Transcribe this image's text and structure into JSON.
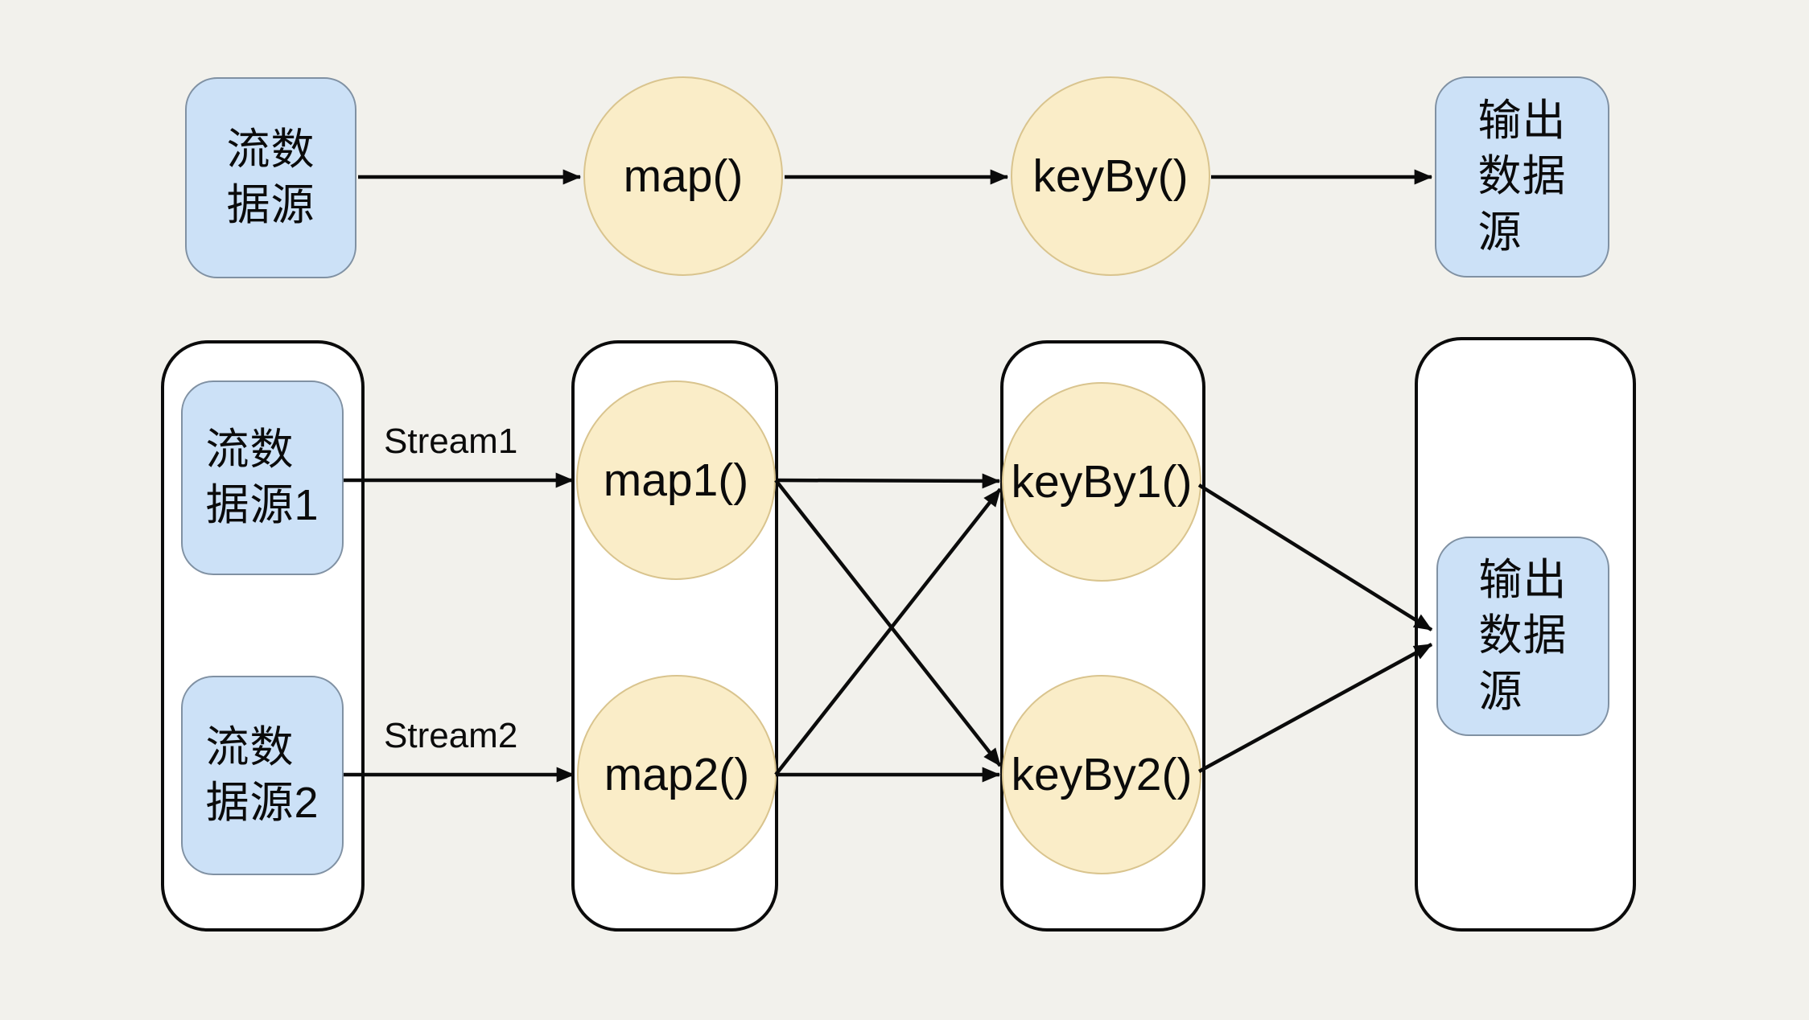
{
  "diagram": {
    "top_row": {
      "source": "流数\n据源",
      "map": "map()",
      "key_by": "keyBy()",
      "sink": "输出\n数据\n源"
    },
    "bottom_row": {
      "source1": "流数\n据源1",
      "source2": "流数\n据源2",
      "map1": "map1()",
      "map2": "map2()",
      "key_by1": "keyBy1()",
      "key_by2": "keyBy2()",
      "sink": "输出\n数据\n源",
      "edge_labels": {
        "stream1": "Stream1",
        "stream2": "Stream2"
      }
    },
    "colors": {
      "background": "#F2F1EC",
      "node_blue_fill": "#CCE1F7",
      "node_blue_border": "#8091A3",
      "node_yellow_fill": "#FAEDC8",
      "node_yellow_border": "#D9C48E",
      "container_fill": "#FFFFFF",
      "container_border": "#0B0B0B",
      "arrow": "#0B0B0B"
    }
  }
}
